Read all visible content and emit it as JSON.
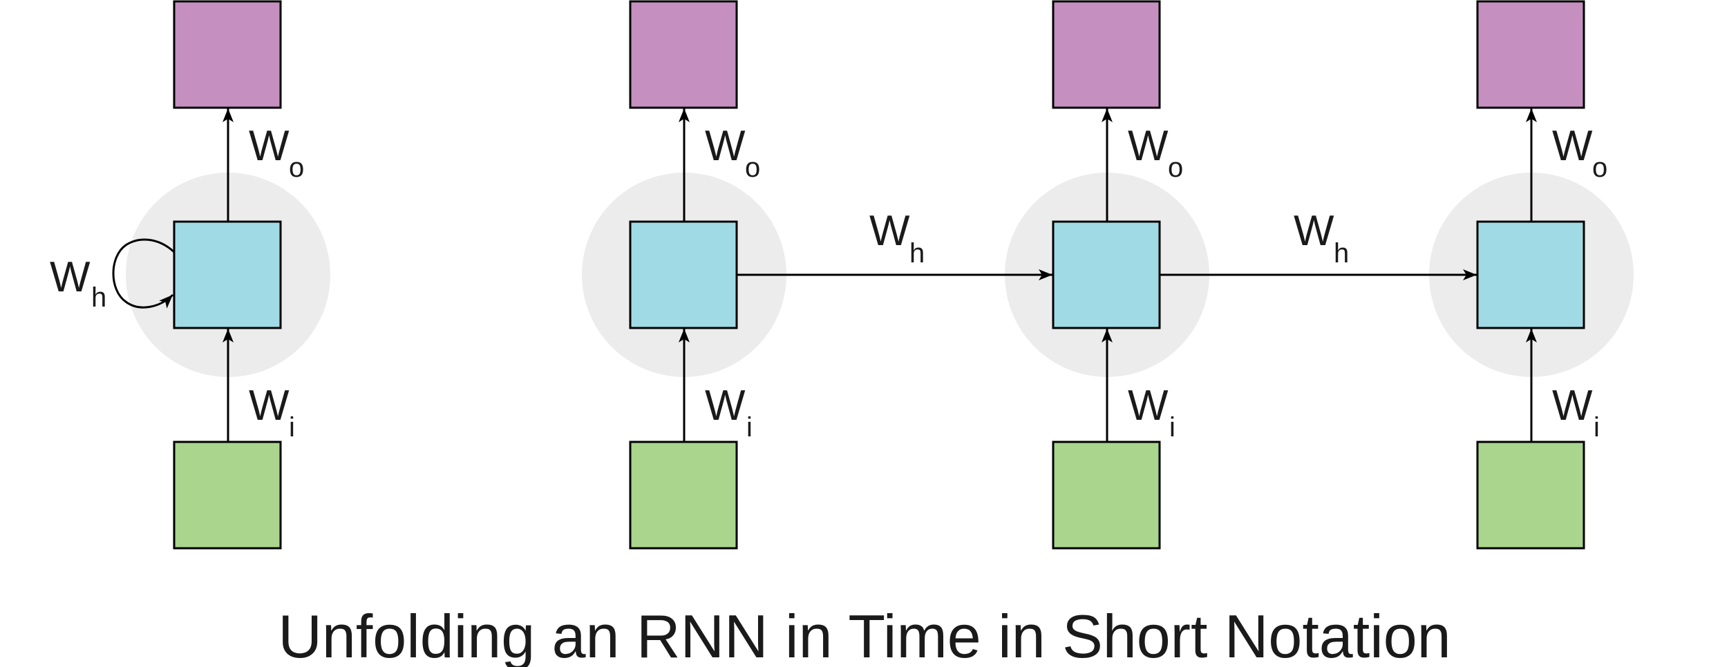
{
  "colors": {
    "output_node": "#c58fc0",
    "hidden_node": "#a0dbe5",
    "input_node": "#a9d58c",
    "hidden_halo": "#ececec",
    "stroke": "#000000"
  },
  "labels": {
    "weight_letter": "W",
    "output_sub": "o",
    "hidden_sub": "h",
    "input_sub": "i"
  },
  "title": "Unfolding an RNN in Time in Short Notation"
}
